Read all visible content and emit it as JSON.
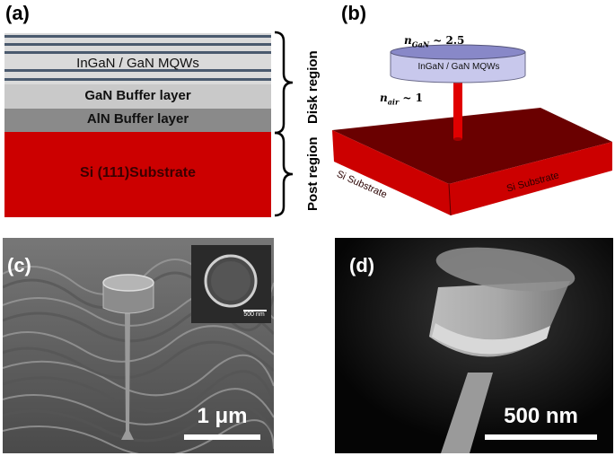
{
  "panels": {
    "a": {
      "label": "(a)",
      "layers": {
        "mqw": "InGaN / GaN  MQWs",
        "gan_buffer": "GaN Buffer layer",
        "aln_buffer": "AlN Buffer layer",
        "substrate": "Si (111)Substrate"
      },
      "regions": {
        "disk": "Disk region",
        "post": "Post region"
      }
    },
    "b": {
      "label": "(b)",
      "n_gan_symbol": "n",
      "n_gan_subscript": "GaN",
      "n_gan_value": " ~ 2.5",
      "n_air_symbol": "n",
      "n_air_subscript": "air",
      "n_air_value": " ~ 1",
      "disk_label": "InGaN  / GaN MQWs",
      "substrate_left": "Si Substrate",
      "substrate_right": "Si Substrate"
    },
    "c": {
      "label": "(c)",
      "scale": "1 μm",
      "inset_scale": "500 nm"
    },
    "d": {
      "label": "(d)",
      "scale": "500 nm"
    }
  },
  "colors": {
    "substrate_red": "#cc0000",
    "mqw_line": "#4a5a6e",
    "gan_gray": "#c9c9c9",
    "aln_gray": "#8a8a8a",
    "disk_lavender": "#c8c8ec",
    "platform_dark_red": "#6a0000"
  }
}
